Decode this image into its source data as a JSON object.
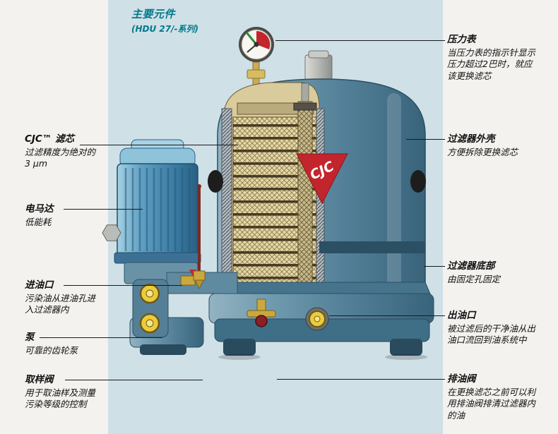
{
  "page": {
    "title": "主要元件",
    "subtitle": "(HDU 27/-系列)"
  },
  "logo_text": "CJC",
  "labels": {
    "left": [
      {
        "title": "CJC™ 滤芯",
        "desc": "过滤精度为绝对的3 µm"
      },
      {
        "title": "电马达",
        "desc": "低能耗"
      },
      {
        "title": "进油口",
        "desc": "污染油从进油孔进入过滤器内"
      },
      {
        "title": "泵",
        "desc": "可靠的齿轮泵"
      },
      {
        "title": "取样阀",
        "desc": "用于取油样及测量污染等级的控制"
      }
    ],
    "right": [
      {
        "title": "压力表",
        "desc": "当压力表的指示针显示压力超过2巴时，就应该更换滤芯"
      },
      {
        "title": "过滤器外壳",
        "desc": "方便拆除更换滤芯"
      },
      {
        "title": "过滤器底部",
        "desc": "由固定孔固定"
      },
      {
        "title": "出油口",
        "desc": "被过滤后的干净油从出油口流回到油系统中"
      },
      {
        "title": "排油阀",
        "desc": "在更换滤芯之前可以利用排油阀排清过滤器内的油"
      }
    ]
  },
  "colors": {
    "accent_teal": "#007A8A",
    "panel_background": "#CFE0E7",
    "logo_red": "#C3252C",
    "housing_blue": "#527F97",
    "motor_blue": "#4F94BC",
    "filter_tan": "#E6D8A6",
    "port_yellow": "#ECCB3D"
  }
}
